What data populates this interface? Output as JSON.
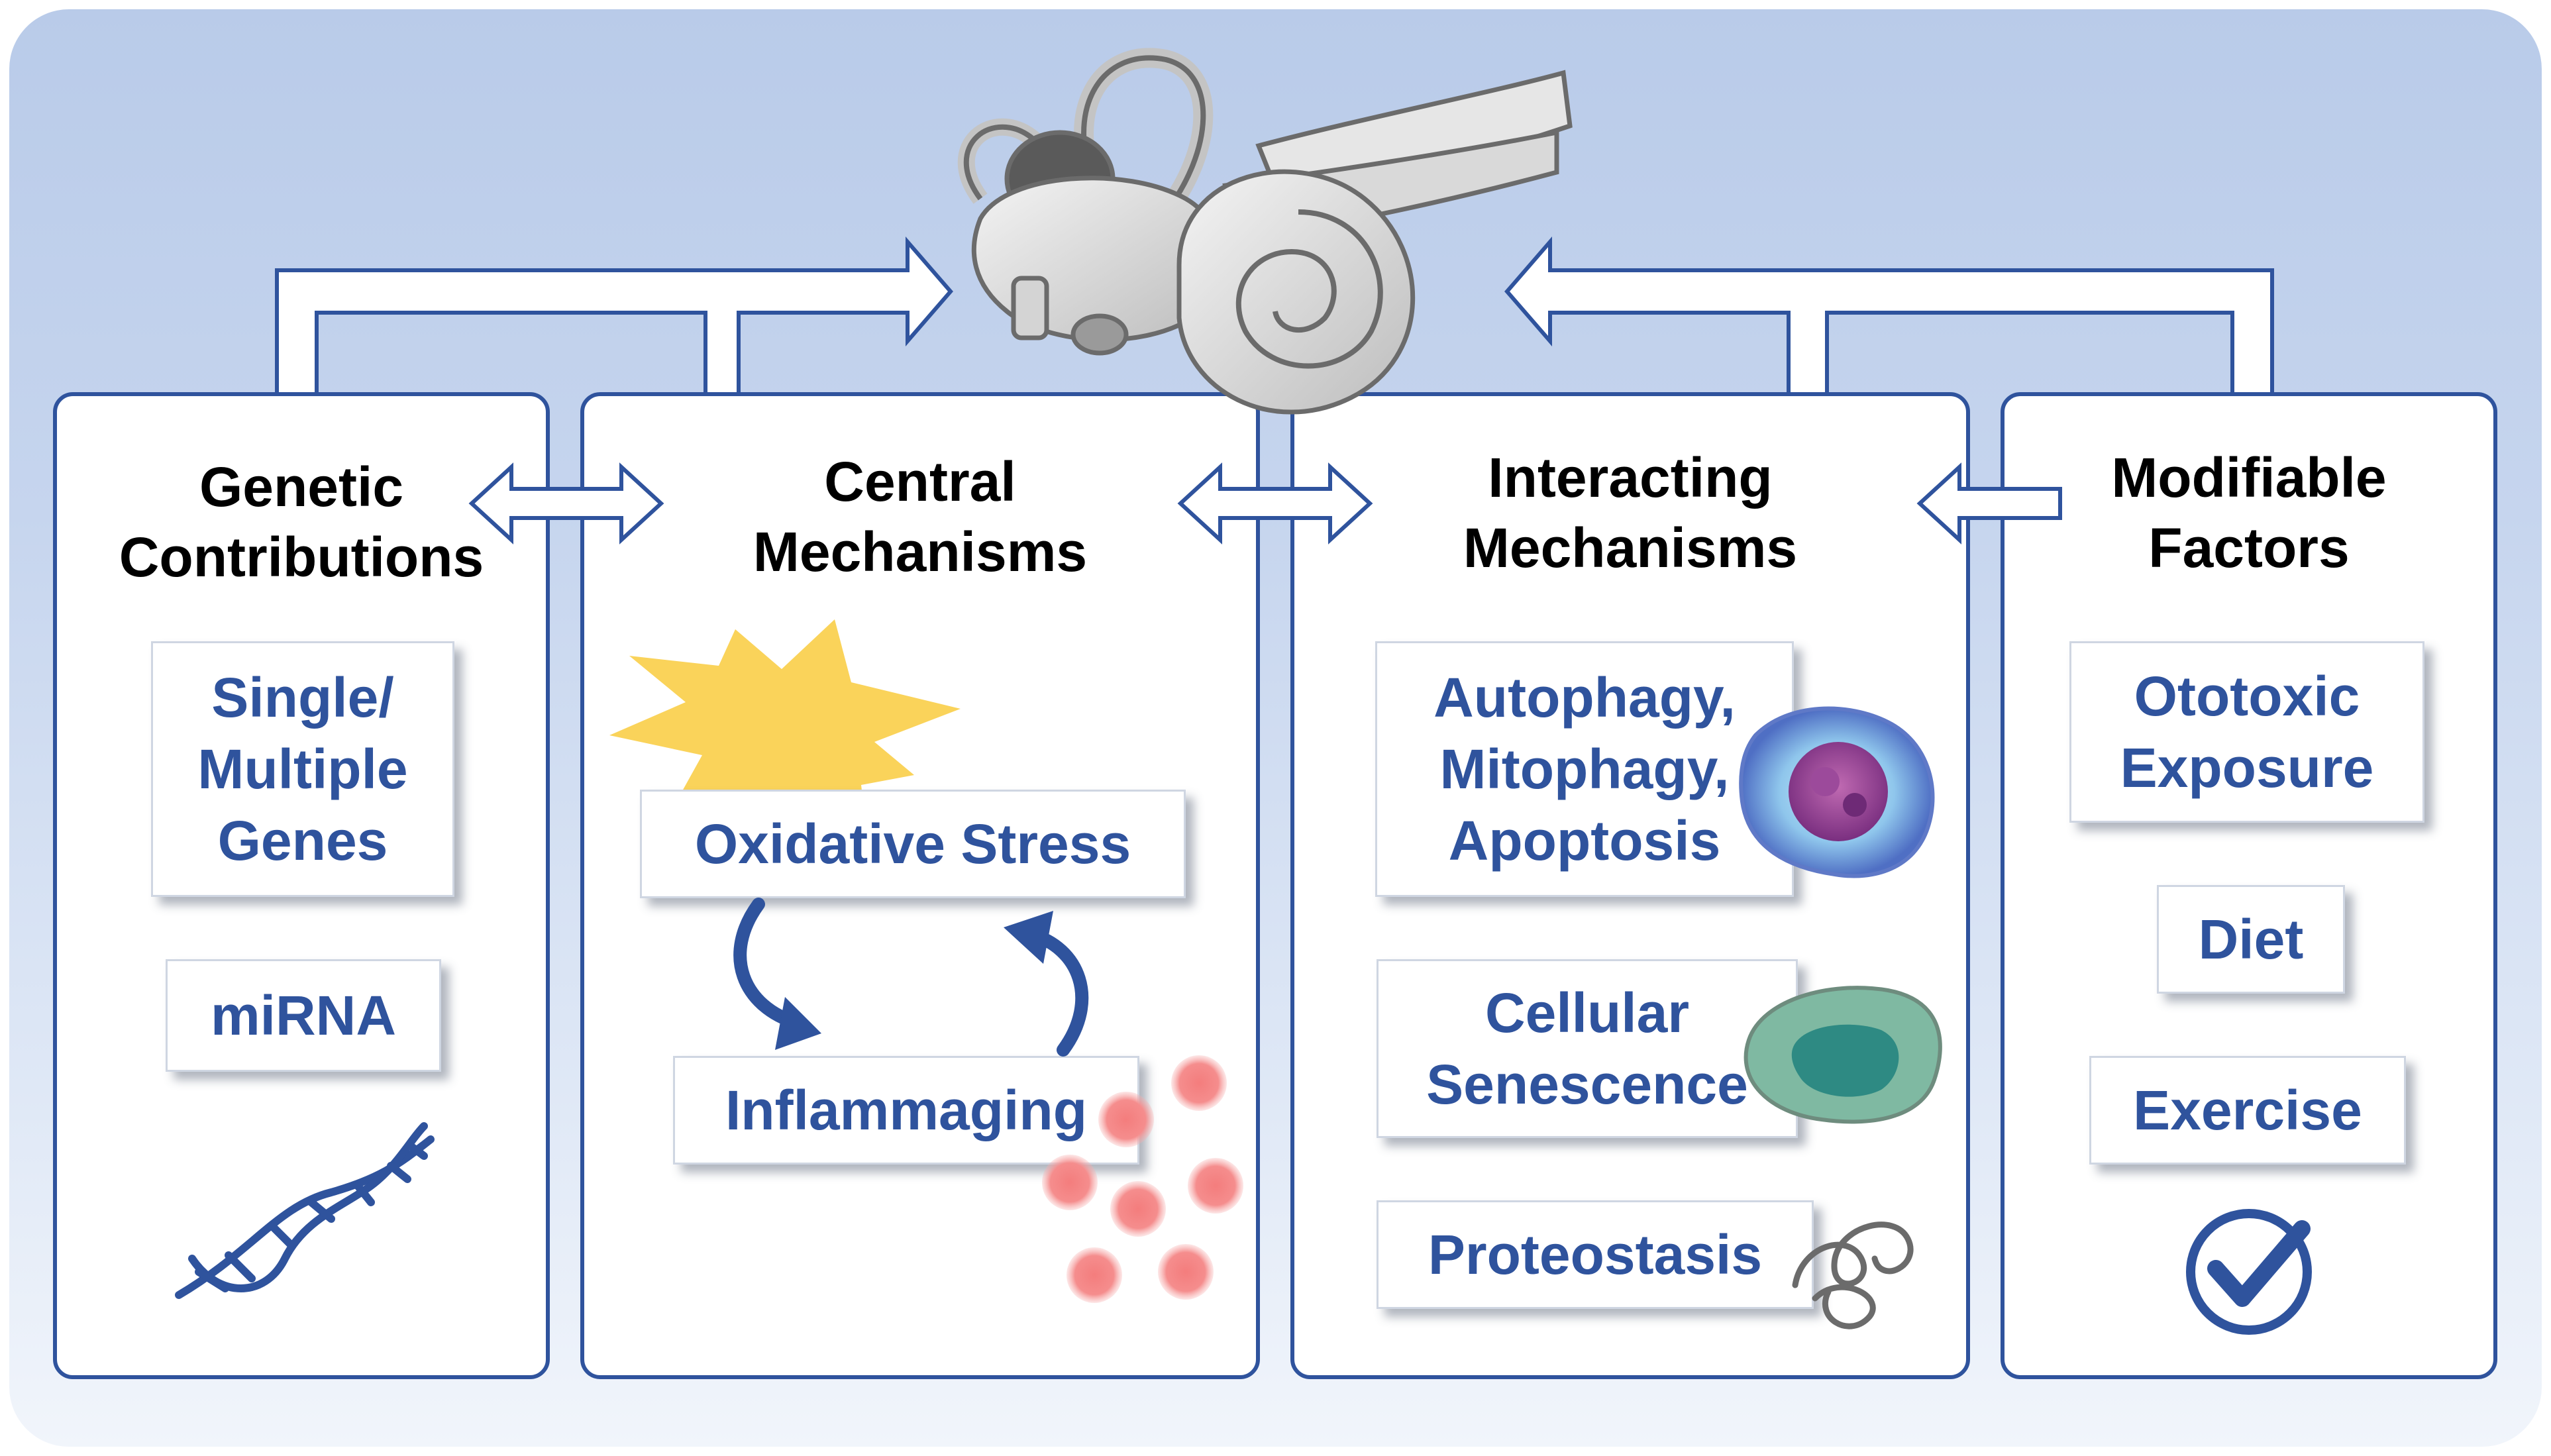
{
  "panels": {
    "genetic": {
      "title_line1": "Genetic",
      "title_line2": "Contributions",
      "box1_line1": "Single/",
      "box1_line2": "Multiple",
      "box1_line3": "Genes",
      "box2": "miRNA"
    },
    "central": {
      "title_line1": "Central",
      "title_line2": "Mechanisms",
      "box1": "Oxidative Stress",
      "box2": "Inflammaging"
    },
    "interacting": {
      "title_line1": "Interacting",
      "title_line2": "Mechanisms",
      "box1_line1": "Autophagy,",
      "box1_line2": "Mitophagy,",
      "box1_line3": "Apoptosis",
      "box2_line1": "Cellular",
      "box2_line2": "Senescence",
      "box3": "Proteostasis"
    },
    "modifiable": {
      "title_line1": "Modifiable",
      "title_line2": "Factors",
      "box1_line1": "Ototoxic",
      "box1_line2": "Exposure",
      "box2": "Diet",
      "box3": "Exercise"
    }
  },
  "icons": [
    "inner-ear-icon",
    "dna-icon",
    "starburst-icon",
    "inflammation-dots-icon",
    "cell-icon",
    "senescent-cell-icon",
    "protein-aggregate-icon",
    "checkmark-icon"
  ],
  "colors": {
    "accent": "#2f539d",
    "background_top": "#b9cbe9",
    "starburst": "#fad35a",
    "inflammation": "#f48a8a",
    "cell_outer": "#7fb6e0",
    "cell_core": "#8a3d8f",
    "senescent": "#6fa890"
  }
}
